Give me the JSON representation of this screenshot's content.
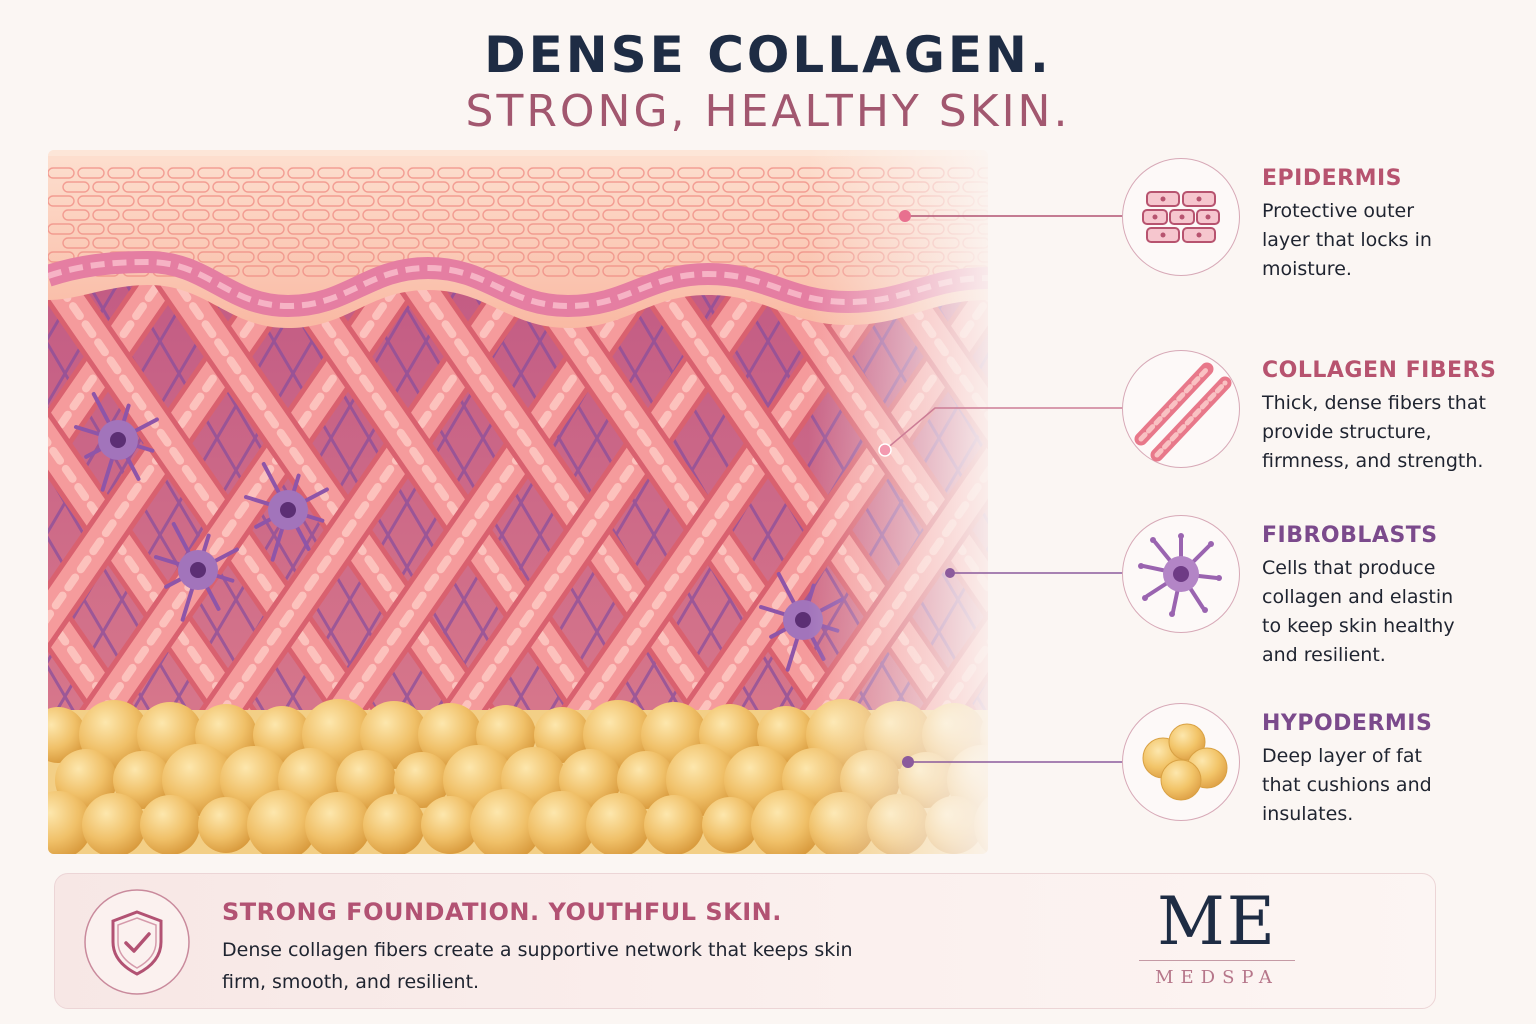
{
  "title": {
    "line1": "DENSE COLLAGEN.",
    "line2": "STRONG, HEALTHY SKIN."
  },
  "colors": {
    "navy": "#1e2c44",
    "mauve": "#a2576f",
    "rose": "#b7536f",
    "purple": "#7b4a8c",
    "fat": "#f1c36f",
    "fiber": "#ef8c8f"
  },
  "legend": [
    {
      "heading": "EPIDERMIS",
      "description": "Protective outer layer that locks in moisture.",
      "icon": "skin-cells-icon"
    },
    {
      "heading": "COLLAGEN FIBERS",
      "description": "Thick, dense fibers that provide structure, firmness, and strength.",
      "icon": "collagen-fiber-icon"
    },
    {
      "heading": "FIBROBLASTS",
      "description": "Cells that produce collagen and elastin to keep skin healthy and resilient.",
      "icon": "fibroblast-icon"
    },
    {
      "heading": "HYPODERMIS",
      "description": "Deep layer of fat that cushions and insulates.",
      "icon": "fat-cells-icon"
    }
  ],
  "footer": {
    "heading": "STRONG FOUNDATION. YOUTHFUL SKIN.",
    "description": "Dense collagen fibers create a supportive network that keeps skin firm, smooth, and resilient.",
    "icon": "shield-check-icon"
  },
  "logo": {
    "mark": "ME",
    "subtitle": "MEDSPA"
  }
}
